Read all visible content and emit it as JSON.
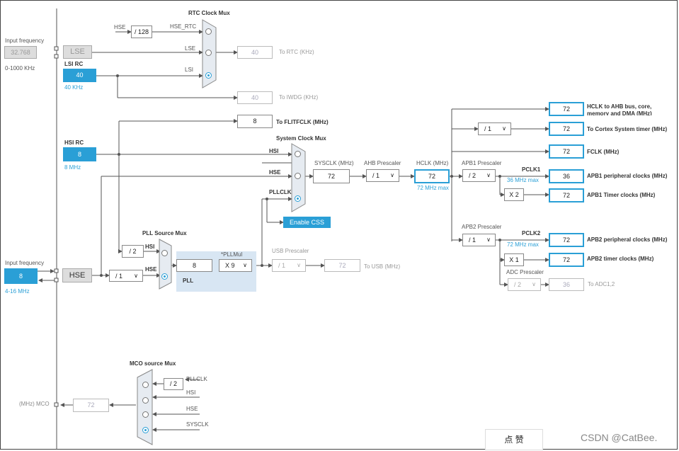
{
  "rtc_mux": {
    "title": "RTC Clock Mux",
    "hse_label": "HSE",
    "div128": "/ 128",
    "hse_rtc": "HSE_RTC",
    "lse": "LSE",
    "lsi": "LSI"
  },
  "input_freq_top": {
    "label": "Input frequency",
    "value": "32.768",
    "range": "0-1000 KHz"
  },
  "lse_box": "LSE",
  "lsi_rc": {
    "label": "LSI RC",
    "value": "40",
    "unit": "40 KHz"
  },
  "rtc_out": {
    "value": "40",
    "label": "To RTC (KHz)"
  },
  "iwdg_out": {
    "value": "40",
    "label": "To IWDG (KHz)"
  },
  "flit_out": {
    "value": "8",
    "label": "To FLITFCLK (MHz)"
  },
  "hsi_rc": {
    "label": "HSI RC",
    "value": "8",
    "unit": "8 MHz"
  },
  "sysmux": {
    "title": "System Clock Mux",
    "hsi": "HSI",
    "hse": "HSE",
    "pllclk": "PLLCLK"
  },
  "enable_css": "Enable CSS",
  "sysclk": {
    "label": "SYSCLK (MHz)",
    "value": "72"
  },
  "ahb": {
    "label": "AHB Prescaler",
    "value": "/ 1"
  },
  "hclk": {
    "label": "HCLK (MHz)",
    "value": "72",
    "max": "72 MHz max"
  },
  "apb1": {
    "label": "APB1 Prescaler",
    "value": "/ 2",
    "pclk": "PCLK1",
    "max": "36 MHz max",
    "x2": "X 2"
  },
  "apb2": {
    "label": "APB2 Prescaler",
    "value": "/ 1",
    "pclk": "PCLK2",
    "max": "72 MHz max",
    "x1": "X 1"
  },
  "adc": {
    "label": "ADC Prescaler",
    "value": "/ 2",
    "out": "36",
    "out_label": "To ADC1,2"
  },
  "cortex_div": "/ 1",
  "outputs": [
    {
      "value": "72",
      "label": "HCLK to AHB bus, core,",
      "label2": "memory and DMA (MHz)"
    },
    {
      "value": "72",
      "label": "To Cortex System timer (MHz)"
    },
    {
      "value": "72",
      "label": "FCLK (MHz)"
    },
    {
      "value": "36",
      "label": "APB1 peripheral clocks (MHz)"
    },
    {
      "value": "72",
      "label": "APB1 Timer clocks (MHz)"
    },
    {
      "value": "72",
      "label": "APB2 peripheral clocks (MHz)"
    },
    {
      "value": "72",
      "label": "APB2 timer clocks (MHz)"
    }
  ],
  "pll_src": {
    "title": "PLL Source Mux",
    "div2": "/ 2",
    "hsi": "HSI",
    "hse": "HSE"
  },
  "input_freq_hse": {
    "label": "Input frequency",
    "value": "8",
    "range": "4-16 MHz"
  },
  "hse_box": "HSE",
  "hse_div": "/ 1",
  "pll": {
    "label": "PLL",
    "value": "8",
    "mul_label": "*PLLMul",
    "mul": "X 9"
  },
  "usb": {
    "label": "USB Prescaler",
    "value": "/ 1",
    "out": "72",
    "out_label": "To USB (MHz)"
  },
  "mco": {
    "title": "MCO source Mux",
    "div2": "/ 2",
    "pllclk": "PLLCLK",
    "hsi": "HSI",
    "hse": "HSE",
    "sysclk": "SYSCLK",
    "label": "(MHz) MCO",
    "value": "72"
  },
  "praise": "点 赞",
  "watermark": "CSDN @CatBee."
}
